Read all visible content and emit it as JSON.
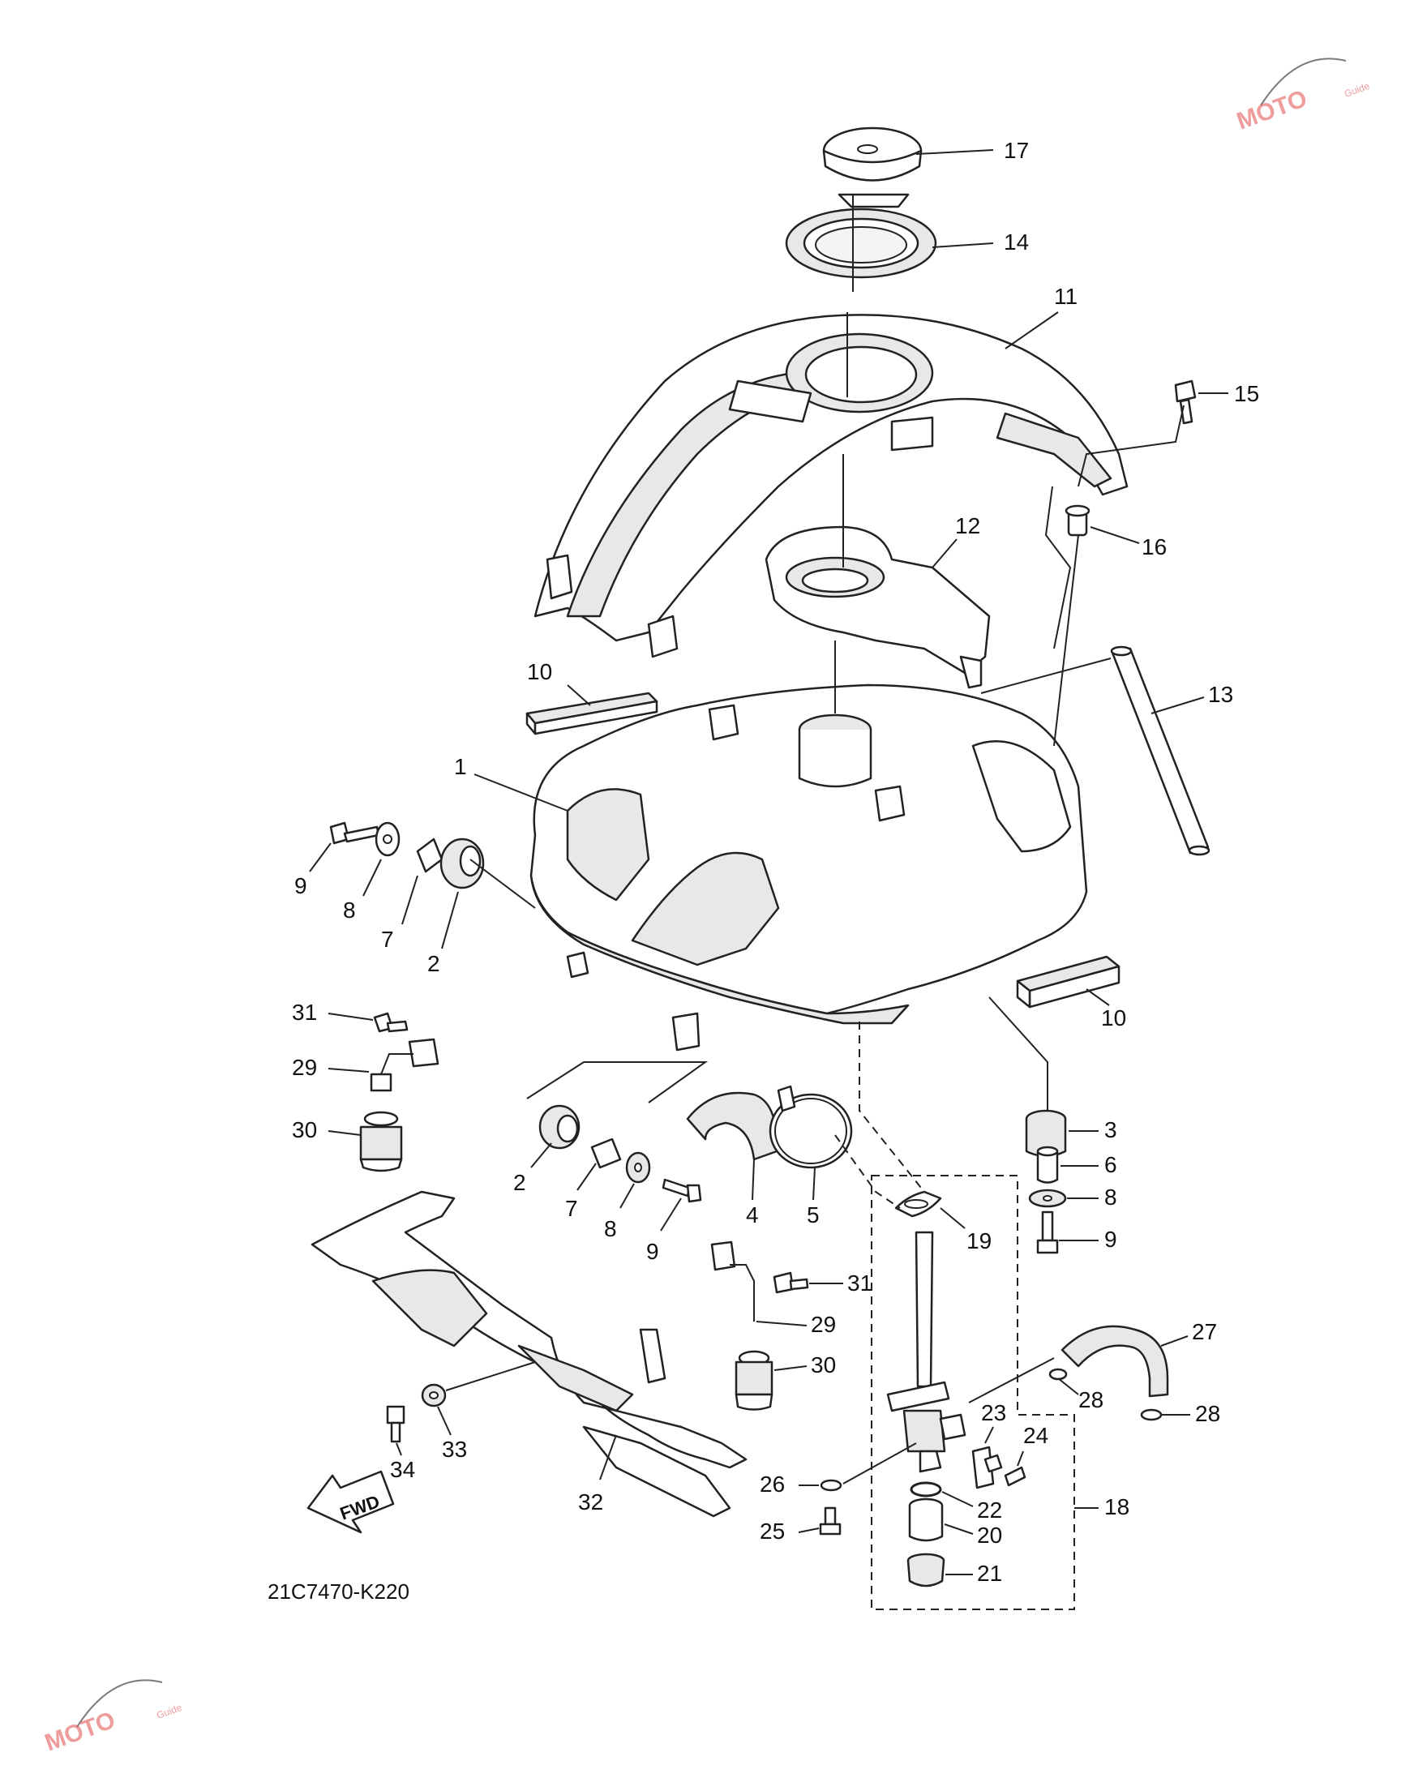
{
  "diagram_code": "21C7470-K220",
  "fwd_label": "FWD",
  "watermark": {
    "brand": "MOTO",
    "sub": "Guide"
  },
  "callouts": [
    "17",
    "14",
    "11",
    "15",
    "16",
    "12",
    "13",
    "10",
    "1",
    "9",
    "8",
    "7",
    "2",
    "10",
    "31",
    "29",
    "30",
    "3",
    "6",
    "8",
    "9",
    "2",
    "7",
    "8",
    "9",
    "4",
    "5",
    "19",
    "31",
    "29",
    "30",
    "27",
    "28",
    "28",
    "23",
    "24",
    "18",
    "26",
    "22",
    "20",
    "25",
    "21",
    "34",
    "33",
    "32"
  ],
  "colors": {
    "line": "#222222",
    "watermark": "#e24a4a"
  }
}
